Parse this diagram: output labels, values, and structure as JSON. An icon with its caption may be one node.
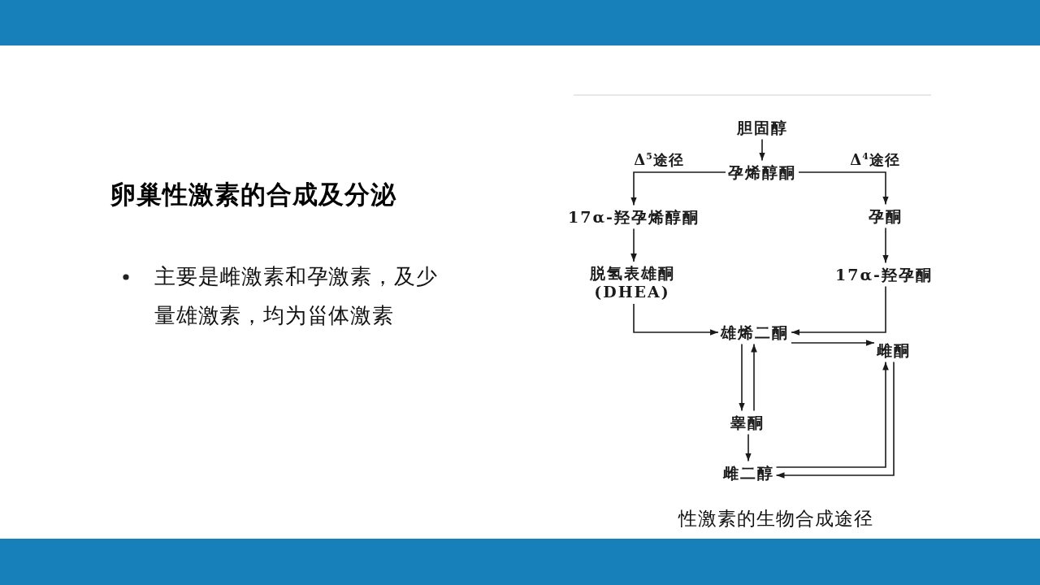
{
  "diagram": {
    "title": "卵巢性激素的合成及分泌",
    "caption": "性激素的生物合成途径",
    "nodes": [
      {
        "text": [
          "胆固醇"
        ]
      },
      {
        "text": [
          "孕烯醇酮"
        ]
      },
      {
        "text": [
          "17α-羟孕烯醇酮"
        ]
      },
      {
        "text": [
          "孕酮"
        ]
      },
      {
        "text": [
          "脱氢表雄酮(DHEA)"
        ]
      },
      {
        "text": [
          "17α-羟孕酮"
        ]
      },
      {
        "text": [
          "雄烯二酮"
        ]
      },
      {
        "text": [
          "雌酮"
        ]
      },
      {
        "text": [
          "睾酮"
        ]
      },
      {
        "text": [
          "雌二醇"
        ]
      }
    ],
    "edges": [
      {
        "from": 0,
        "to": 1,
        "arrow": "to"
      },
      {
        "from": 1,
        "to": 2,
        "arrow": "to",
        "label": "Δ$^{5}$途径"
      },
      {
        "from": 1,
        "to": 3,
        "arrow": "to",
        "label": "Δ$^{4}$途径"
      },
      {
        "from": 2,
        "to": 4,
        "arrow": "to"
      },
      {
        "from": 3,
        "to": 5,
        "arrow": "to"
      },
      {
        "from": 4,
        "to": 6,
        "arrow": "to"
      },
      {
        "from": 5,
        "to": 6,
        "arrow": "to"
      },
      {
        "from": 6,
        "to": 7,
        "arrow": "to"
      },
      {
        "from": 6,
        "to": 8,
        "arrow": "to"
      },
      {
        "from": 8,
        "to": 6,
        "arrow": "to"
      },
      {
        "from": 8,
        "to": 9,
        "arrow": "to"
      },
      {
        "from": 9,
        "to": 7,
        "arrow": "to"
      },
      {
        "from": 7,
        "to": 9,
        "arrow": "to"
      }
    ],
    "labels": [
      "主要是雌激素和孕激素，及少量雄激素，均为甾体激素"
    ]
  }
}
